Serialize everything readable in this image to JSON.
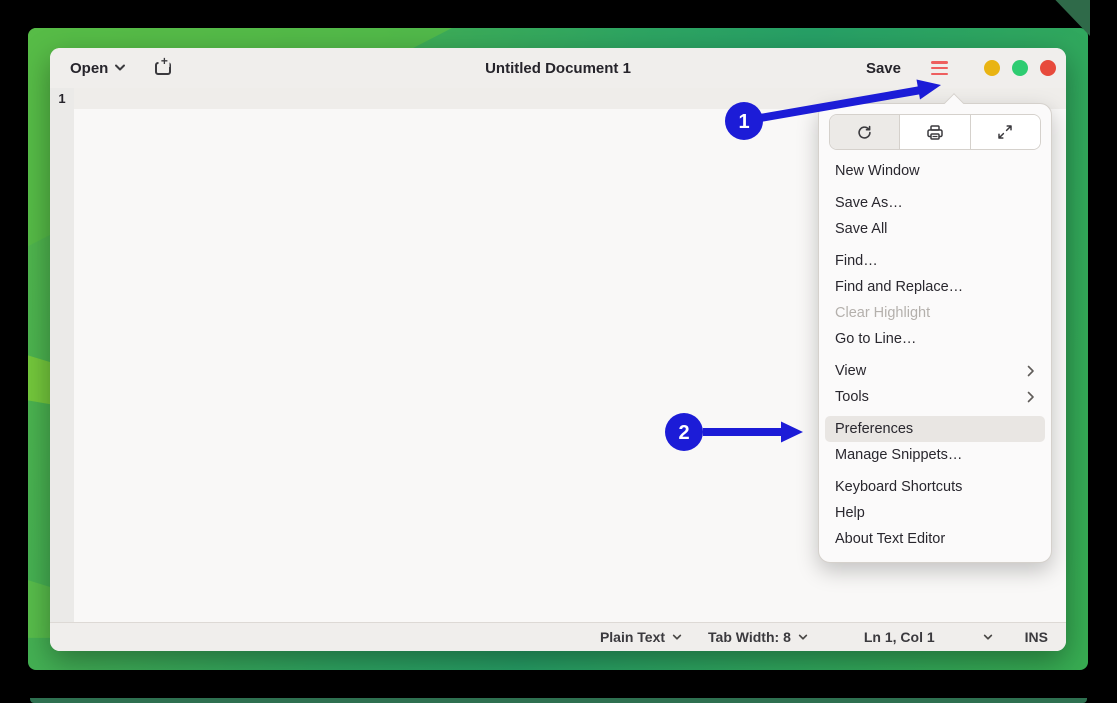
{
  "app": {
    "header": {
      "open_label": "Open",
      "title": "Untitled Document 1",
      "save_label": "Save"
    },
    "editor": {
      "line_number": "1"
    },
    "statusbar": {
      "language": "Plain Text",
      "tab_width": "Tab Width: 8",
      "cursor_position": "Ln 1, Col 1",
      "insert_mode": "INS"
    }
  },
  "menu": {
    "toolbar_icons": [
      {
        "name": "reload-icon"
      },
      {
        "name": "print-icon"
      },
      {
        "name": "fullscreen-icon"
      }
    ],
    "items": [
      {
        "label": "New Window"
      },
      {
        "label": "Save As…"
      },
      {
        "label": "Save All"
      },
      {
        "label": "Find…"
      },
      {
        "label": "Find and Replace…"
      },
      {
        "label": "Clear Highlight",
        "disabled": true
      },
      {
        "label": "Go to Line…"
      },
      {
        "label": "View",
        "submenu": true
      },
      {
        "label": "Tools",
        "submenu": true
      },
      {
        "label": "Preferences",
        "highlighted": true
      },
      {
        "label": "Manage Snippets…"
      },
      {
        "label": "Keyboard Shortcuts"
      },
      {
        "label": "Help"
      },
      {
        "label": "About Text Editor"
      }
    ]
  },
  "annotations": {
    "step1": "1",
    "step2": "2"
  },
  "colors": {
    "annotation_blue": "#1c1cd7",
    "hamburger_red": "#ee5f5f",
    "dot_yellow": "#e9b413",
    "dot_green": "#2ecc71",
    "dot_red": "#e74a3c",
    "wallpaper_green": "#3fae58",
    "menu_highlight": "#e9e6e3"
  }
}
